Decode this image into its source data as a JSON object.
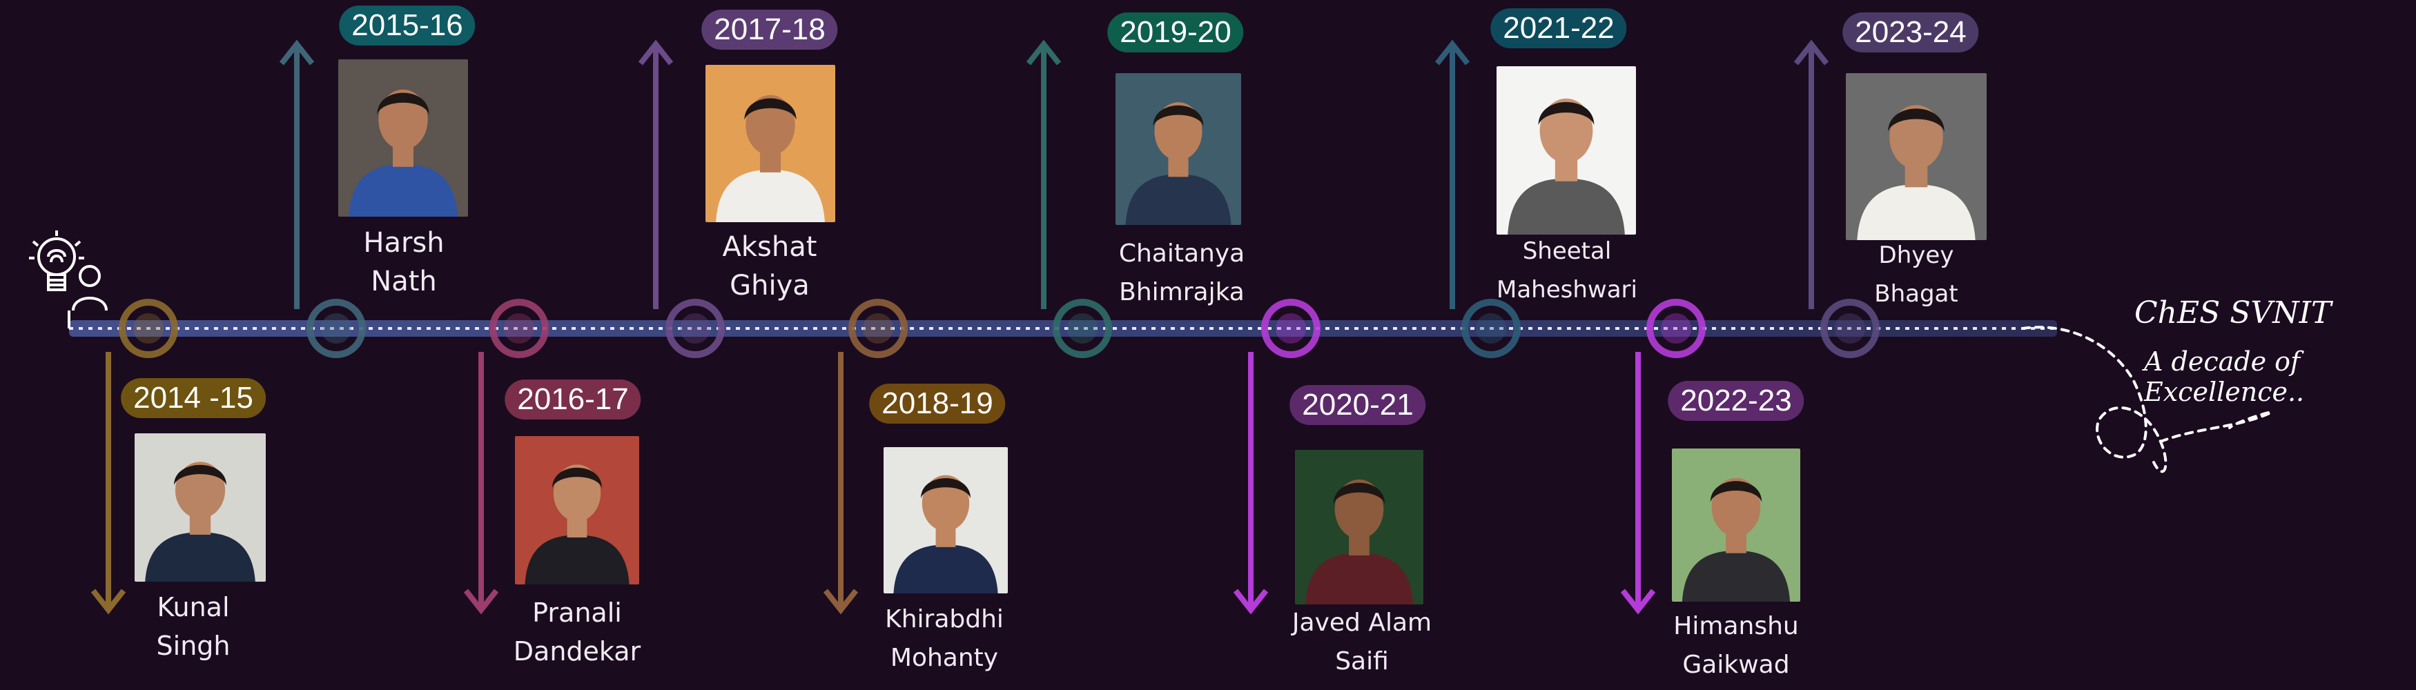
{
  "brand": {
    "title": "ChES SVNIT",
    "tagline": "A decade of Excellence.."
  },
  "logo_icon": "brain-bulb-person-icon",
  "timeline": [
    {
      "year": "2014 -15",
      "first": "Kunal",
      "last": "Singh",
      "color": "#8c6a2e",
      "badge_color": "#6e5410",
      "skin": "#b98463",
      "shirt": "#1d2a40",
      "bg": "#d6d6d0"
    },
    {
      "year": "2015-16",
      "first": "Harsh",
      "last": "Nath",
      "color": "#3f6678",
      "badge_color": "#0f5a63",
      "skin": "#b47c5a",
      "shirt": "#2f54a3",
      "bg": "#5c5550"
    },
    {
      "year": "2016-17",
      "first": "Pranali",
      "last": "Dandekar",
      "color": "#9b3d6e",
      "badge_color": "#7a2e4a",
      "skin": "#c18a66",
      "shirt": "#1e1e24",
      "bg": "#b2473a"
    },
    {
      "year": "2017-18",
      "first": "Akshat",
      "last": "Ghiya",
      "color": "#6b4b88",
      "badge_color": "#5a3c72",
      "skin": "#b67a55",
      "shirt": "#f0eeea",
      "bg": "#e3a055"
    },
    {
      "year": "2018-19",
      "first": "Khirabdhi",
      "last": "Mohanty",
      "color": "#8d5f3a",
      "badge_color": "#6e4a10",
      "skin": "#c08660",
      "shirt": "#1f2b4d",
      "bg": "#e6e6e2"
    },
    {
      "year": "2019-20",
      "first": "Chaitanya",
      "last": "Bhimrajka",
      "color": "#2f6b68",
      "badge_color": "#0e5e4c",
      "skin": "#b97f5a",
      "shirt": "#26344d",
      "bg": "#3f5d6b"
    },
    {
      "year": "2020-21",
      "first": "Javed Alam",
      "last": "Saifi",
      "color": "#b53cd8",
      "badge_color": "#5c2a6b",
      "skin": "#8c5a3c",
      "shirt": "#5c1f25",
      "bg": "#23452a"
    },
    {
      "year": "2021-22",
      "first": "Sheetal",
      "last": "Maheshwari",
      "color": "#2e5d78",
      "badge_color": "#0d4b5c",
      "skin": "#c99371",
      "shirt": "#5a5a5a",
      "bg": "#f4f4f2"
    },
    {
      "year": "2022-23",
      "first": "Himanshu",
      "last": "Gaikwad",
      "color": "#b53cd8",
      "badge_color": "#5c2a6b",
      "skin": "#b47c5a",
      "shirt": "#2c2c30",
      "bg": "#8ab078"
    },
    {
      "year": "2023-24",
      "first": "Dhyey",
      "last": "Bhagat",
      "color": "#5b4a7e",
      "badge_color": "#4c3a66",
      "skin": "#b98463",
      "shirt": "#f0efe9",
      "bg": "#6c6c6c"
    }
  ]
}
